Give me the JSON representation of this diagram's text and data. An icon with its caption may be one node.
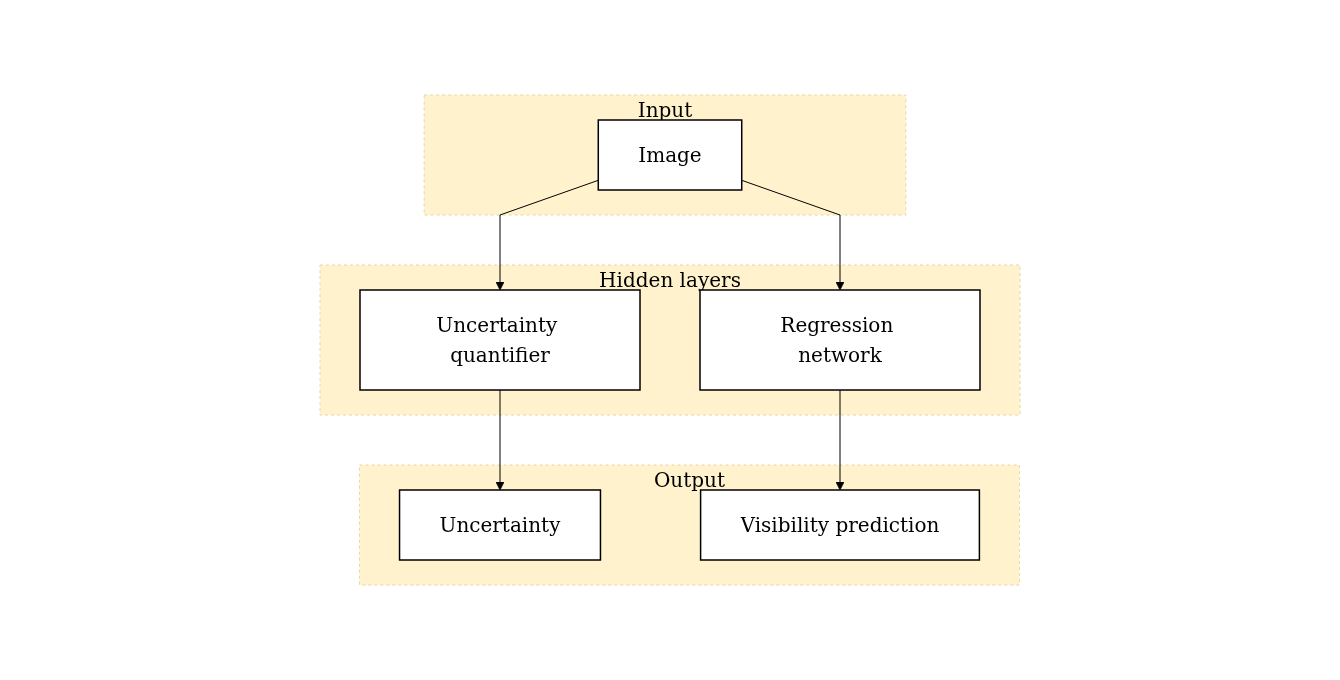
{
  "diagram": {
    "nodes": [
      {
        "text": [
          "Input"
        ]
      },
      {
        "text": [
          "Image"
        ],
        "in": 0
      },
      {
        "text": [
          "Hidden layers"
        ]
      },
      {
        "text": [
          "Uncertainty quantifier"
        ],
        "in": 2
      },
      {
        "text": [
          "Regression network"
        ],
        "in": 2
      },
      {
        "text": [
          "Output"
        ]
      },
      {
        "text": [
          "Uncertainty"
        ],
        "in": 5
      },
      {
        "text": [
          "Visibility prediction"
        ],
        "in": 5
      }
    ],
    "edges": [
      {
        "from": 1,
        "to": 3,
        "arrow": "to"
      },
      {
        "from": 1,
        "to": 4,
        "arrow": "to"
      },
      {
        "from": 3,
        "to": 6,
        "arrow": "to"
      },
      {
        "from": 4,
        "to": 7,
        "arrow": "to"
      }
    ]
  }
}
